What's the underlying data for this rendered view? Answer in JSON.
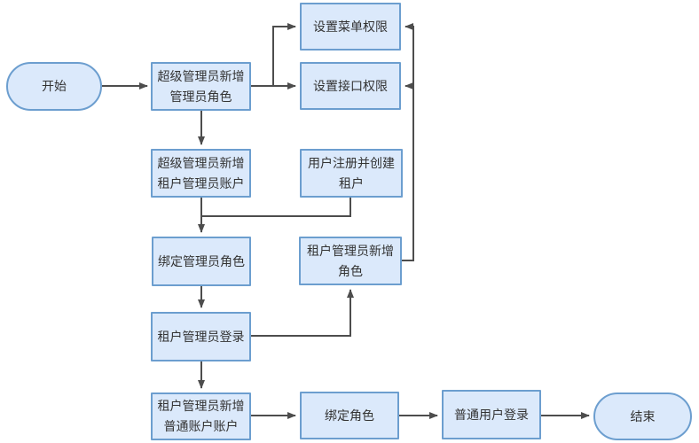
{
  "diagram": {
    "type": "flowchart",
    "colors": {
      "node_fill": "#dbe9fb",
      "node_border": "#6c9ecf",
      "arrow": "#4d4d4d",
      "text": "#333333",
      "background": "#ffffff"
    },
    "nodes": [
      {
        "id": "start",
        "shape": "terminator",
        "label": "开始"
      },
      {
        "id": "super-admin-add-admin-role",
        "shape": "process",
        "label": "超级管理员新增管理员角色"
      },
      {
        "id": "set-menu-permission",
        "shape": "process",
        "label": "设置菜单权限"
      },
      {
        "id": "set-api-permission",
        "shape": "process",
        "label": "设置接口权限"
      },
      {
        "id": "super-admin-add-tenant-admin",
        "shape": "process",
        "label": "超级管理员新增租户管理员账户"
      },
      {
        "id": "user-register-create-tenant",
        "shape": "process",
        "label": "用户注册并创建租户"
      },
      {
        "id": "bind-admin-role",
        "shape": "process",
        "label": "绑定管理员角色"
      },
      {
        "id": "tenant-admin-add-role",
        "shape": "process",
        "label": "租户管理员新增角色"
      },
      {
        "id": "tenant-admin-login",
        "shape": "process",
        "label": "租户管理员登录"
      },
      {
        "id": "tenant-admin-add-normal-account",
        "shape": "process",
        "label": "租户管理员新增普通账户账户"
      },
      {
        "id": "bind-role",
        "shape": "process",
        "label": "绑定角色"
      },
      {
        "id": "normal-user-login",
        "shape": "process",
        "label": "普通用户登录"
      },
      {
        "id": "end",
        "shape": "terminator",
        "label": "结束"
      }
    ],
    "edges": [
      {
        "from": "start",
        "to": "super-admin-add-admin-role"
      },
      {
        "from": "super-admin-add-admin-role",
        "to": "set-menu-permission"
      },
      {
        "from": "super-admin-add-admin-role",
        "to": "set-api-permission"
      },
      {
        "from": "super-admin-add-admin-role",
        "to": "super-admin-add-tenant-admin"
      },
      {
        "from": "super-admin-add-tenant-admin",
        "to": "bind-admin-role"
      },
      {
        "from": "user-register-create-tenant",
        "to": "bind-admin-role"
      },
      {
        "from": "bind-admin-role",
        "to": "tenant-admin-login"
      },
      {
        "from": "tenant-admin-login",
        "to": "tenant-admin-add-role"
      },
      {
        "from": "tenant-admin-add-role",
        "to": "set-menu-permission"
      },
      {
        "from": "tenant-admin-add-role",
        "to": "set-api-permission"
      },
      {
        "from": "tenant-admin-login",
        "to": "tenant-admin-add-normal-account"
      },
      {
        "from": "tenant-admin-add-normal-account",
        "to": "bind-role"
      },
      {
        "from": "bind-role",
        "to": "normal-user-login"
      },
      {
        "from": "normal-user-login",
        "to": "end"
      }
    ]
  }
}
